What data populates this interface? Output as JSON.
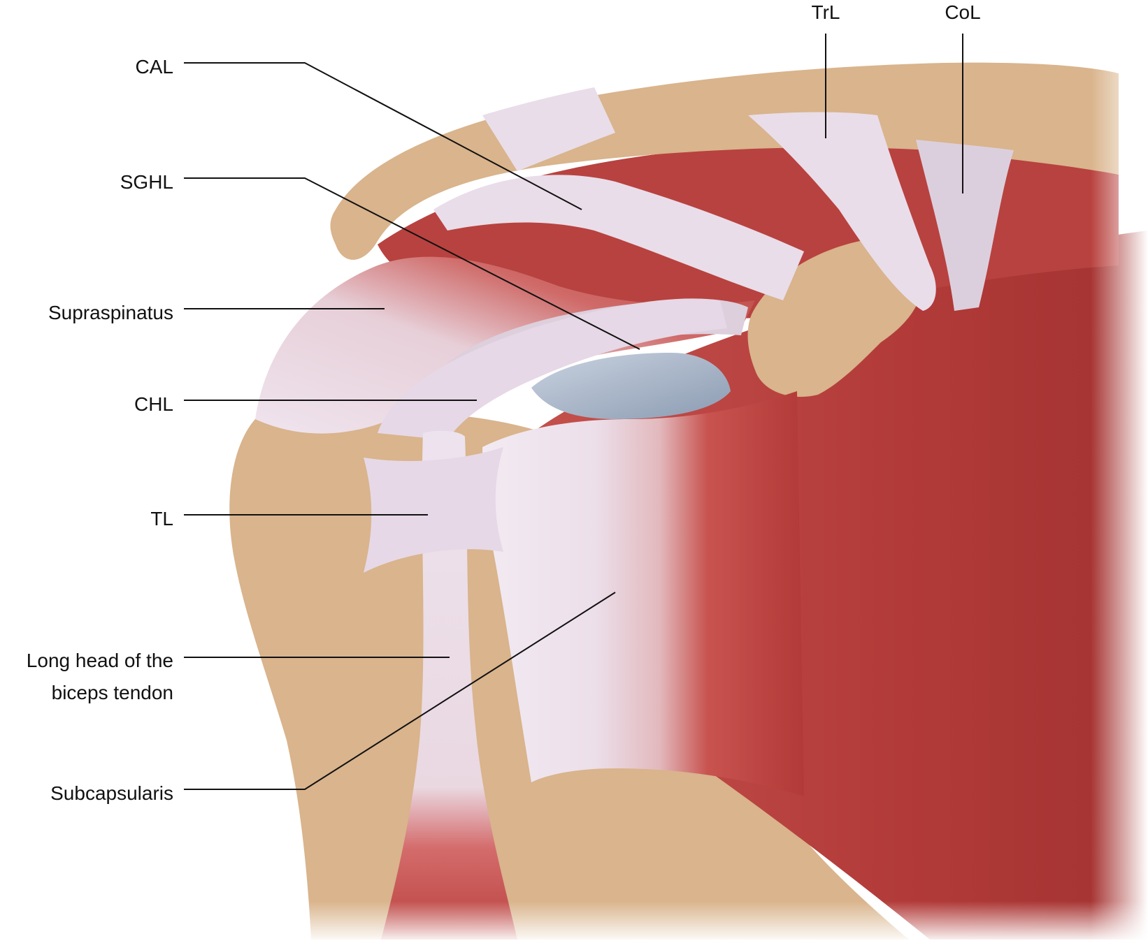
{
  "labels": {
    "cal": "CAL",
    "sghl": "SGHL",
    "supraspinatus": "Supraspinatus",
    "chl": "CHL",
    "tl": "TL",
    "lhbt_line1": "Long head of the",
    "lhbt_line2": "biceps tendon",
    "subscapularis": "Subcapsularis",
    "trl": "TrL",
    "col": "CoL"
  },
  "colors": {
    "bone": "#d9b48c",
    "bone_light": "#e6c9a5",
    "muscle": "#b8423f",
    "muscle_dark": "#962e2c",
    "ligament": "#e9dde9",
    "ligament_shade": "#d8c9da",
    "cartilage": "#a9b8cc"
  }
}
